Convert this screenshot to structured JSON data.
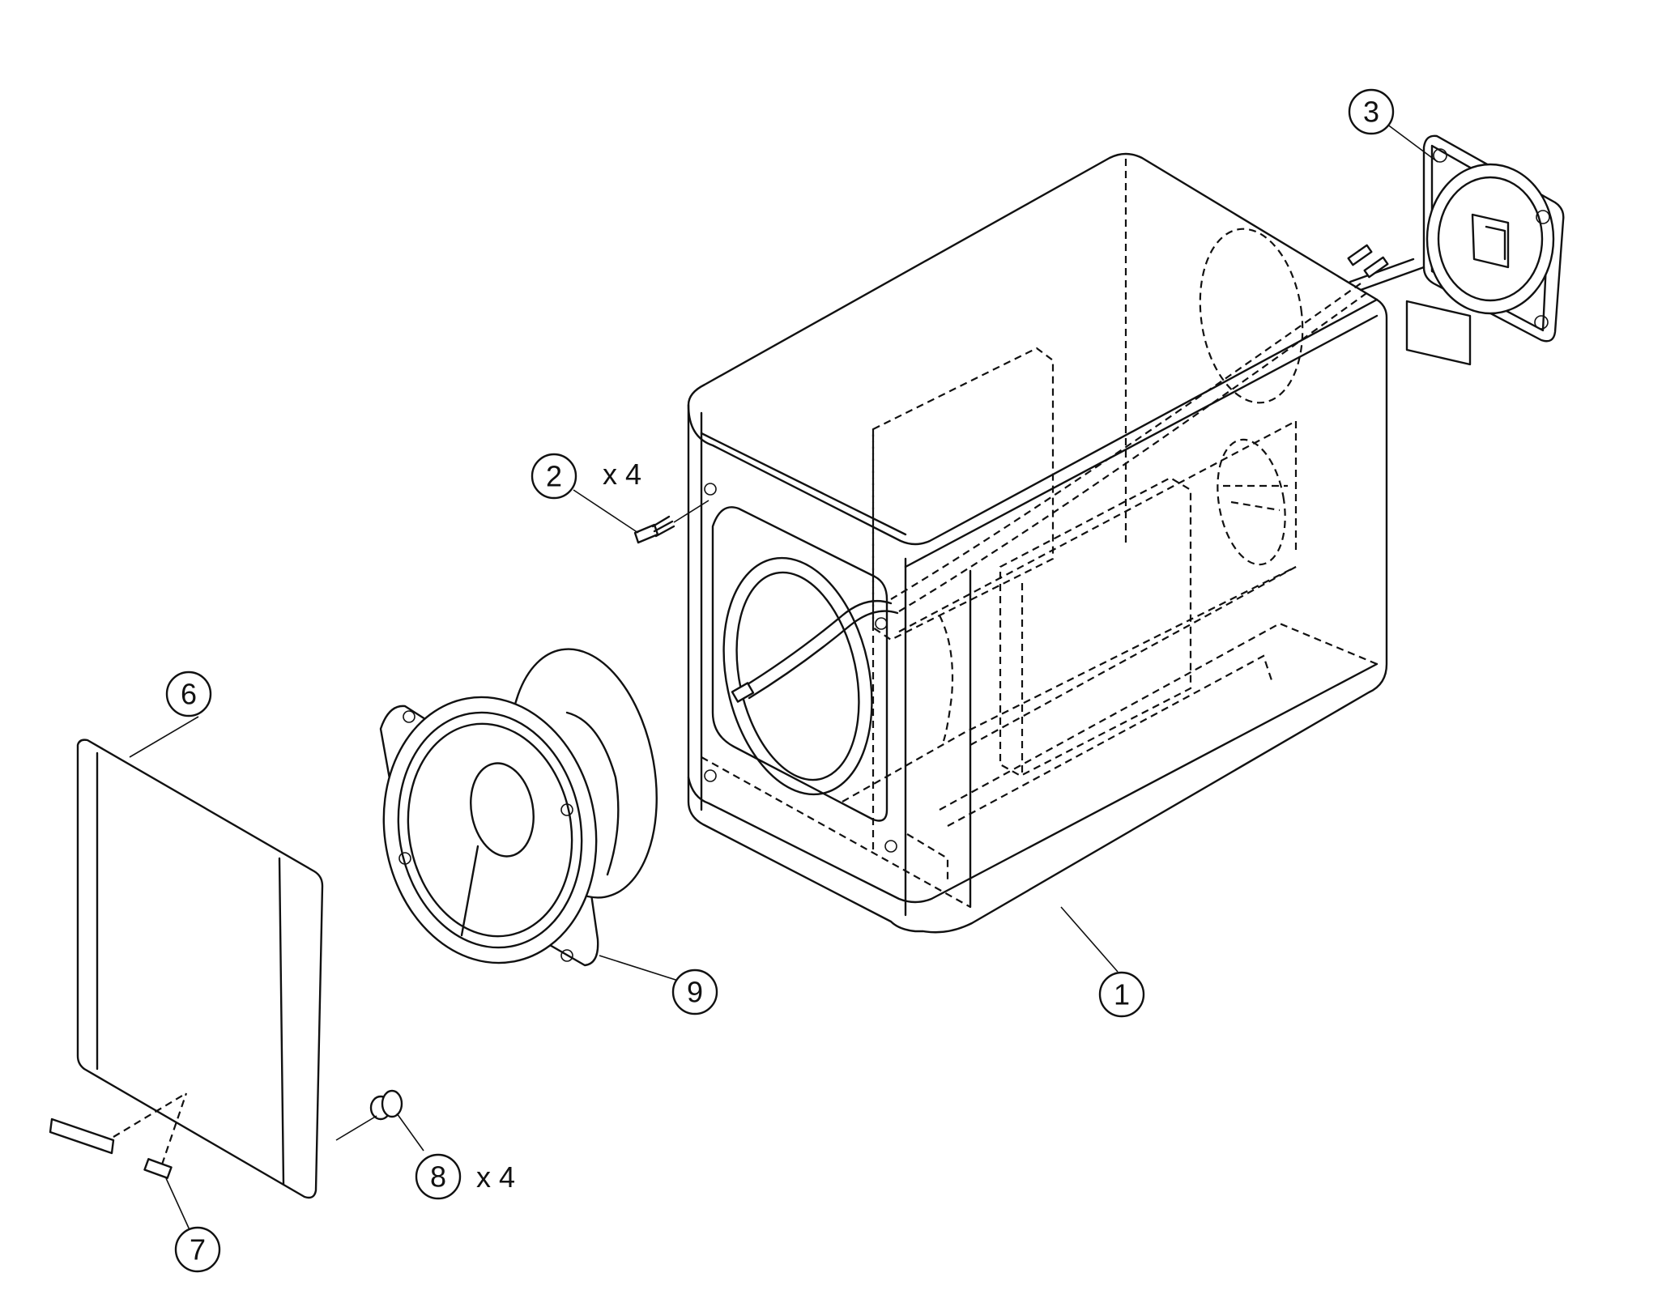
{
  "callouts": [
    {
      "id": "1",
      "label": "1",
      "qty": ""
    },
    {
      "id": "2",
      "label": "2",
      "qty": "x 4"
    },
    {
      "id": "3",
      "label": "3",
      "qty": ""
    },
    {
      "id": "6",
      "label": "6",
      "qty": ""
    },
    {
      "id": "7",
      "label": "7",
      "qty": ""
    },
    {
      "id": "8",
      "label": "8",
      "qty": "x 4"
    },
    {
      "id": "9",
      "label": "9",
      "qty": ""
    }
  ]
}
